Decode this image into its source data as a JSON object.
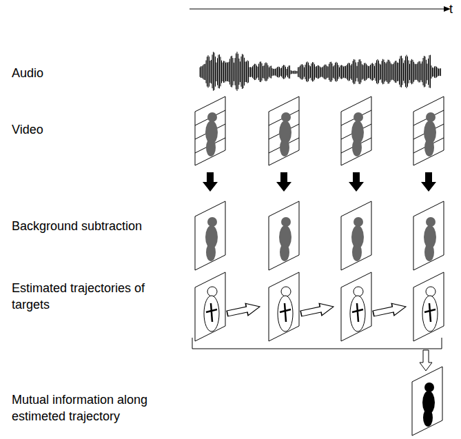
{
  "diagram": {
    "labels": [
      "t",
      "Audio",
      "Video",
      "Background subtraction",
      "Estimated trajectories of targets",
      "Mutual information along estimeted trajectory"
    ]
  }
}
